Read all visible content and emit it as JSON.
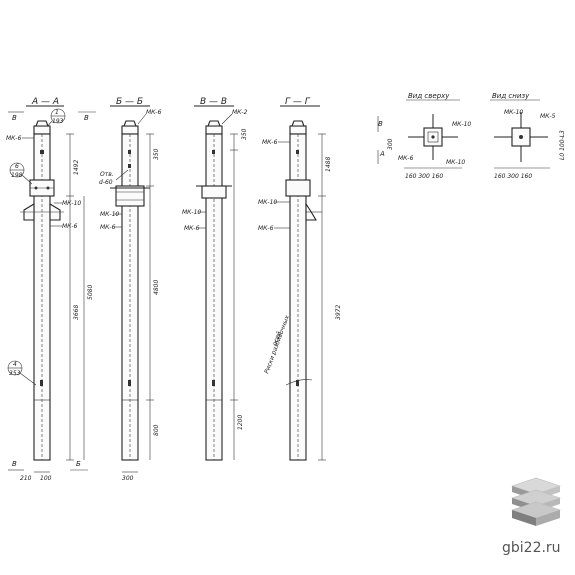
{
  "sections": {
    "a": "A — A",
    "b": "Б — Б",
    "v": "В — В",
    "g": "Г — Г"
  },
  "views": {
    "top": "Вид сверху",
    "bottom": "Вид снизу"
  },
  "labels": {
    "mk6": "МК-6",
    "mk10": "МК-10",
    "mk2": "МК-2",
    "mk5": "МК-5",
    "otv": "Отв.",
    "otv_d": "d-60",
    "risk": "Риски разбивочных",
    "osej": "осей",
    "B": "В",
    "A": "А",
    "b": "Б",
    "callout1_top": "1",
    "callout1_bot": "193",
    "callout6_top": "6",
    "callout6_bot": "198",
    "callout4_top": "4",
    "callout4_bot": "353",
    "L0": "L0 100-L3"
  },
  "dims": {
    "d1492": "1492",
    "d5080": "5080",
    "d3668": "3668",
    "d4800": "4800",
    "d800": "800",
    "d1200": "1200",
    "d1488": "1488",
    "d3972": "3972",
    "d350": "350",
    "d300": "300",
    "d160": "160",
    "d100": "100",
    "d210": "210",
    "d160_300_160": "160  300  160",
    "d160_300_160b": "160  300  160"
  },
  "brand": {
    "site": "gbi22.ru"
  }
}
